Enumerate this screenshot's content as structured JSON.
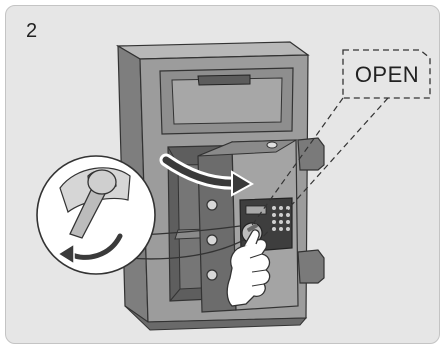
{
  "step": {
    "number": "2"
  },
  "callout": {
    "label": "OPEN"
  },
  "colors": {
    "panel_background": "#e6e6e6",
    "safe_body": "#9a9a9a",
    "safe_dark": "#5e5e5e",
    "interior": "#6f6f6f",
    "keypad_display": "#a8a8a8"
  },
  "icons": {
    "rotation_arrow": "curved-arrow-right",
    "handle_turn_arrow": "curved-arrow-down-left"
  }
}
